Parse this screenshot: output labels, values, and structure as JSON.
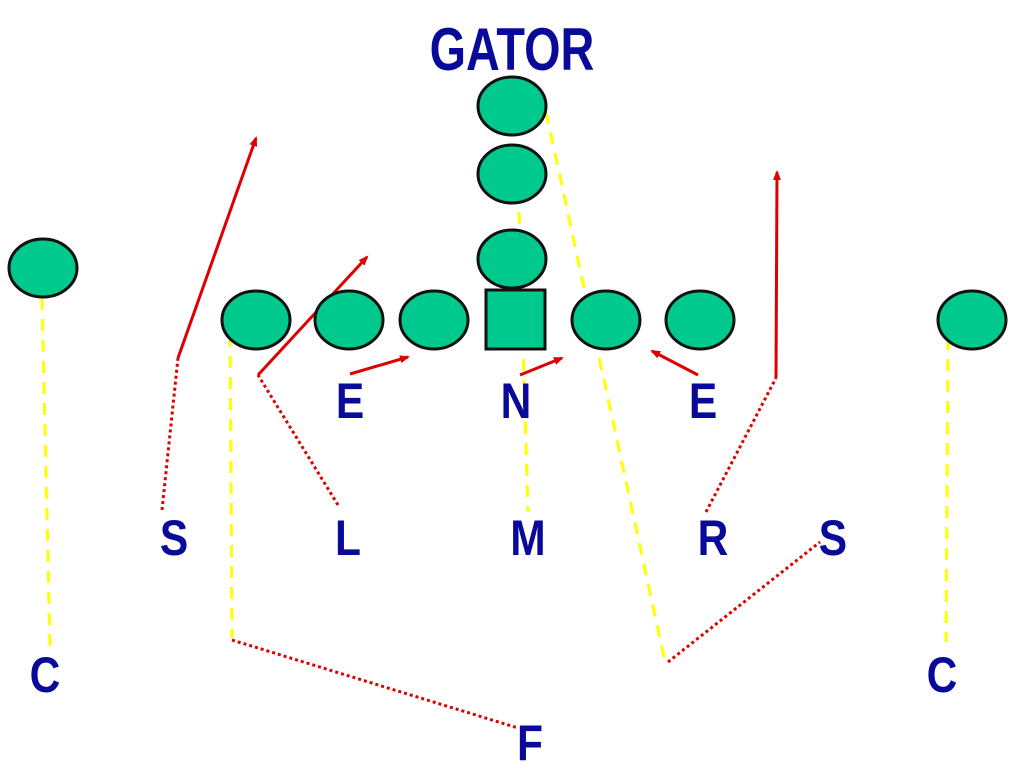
{
  "title": "GATOR",
  "colors": {
    "player_fill": "#00c98d",
    "label": "#0a0a9a",
    "coverage_line": "#ffff00",
    "route_line": "#dd0000"
  },
  "defenders": {
    "e_left": "E",
    "n": "N",
    "e_right": "E",
    "s_left": "S",
    "l": "L",
    "m": "M",
    "r": "R",
    "s_right": "S",
    "c_left": "C",
    "c_right": "C",
    "f": "F"
  }
}
